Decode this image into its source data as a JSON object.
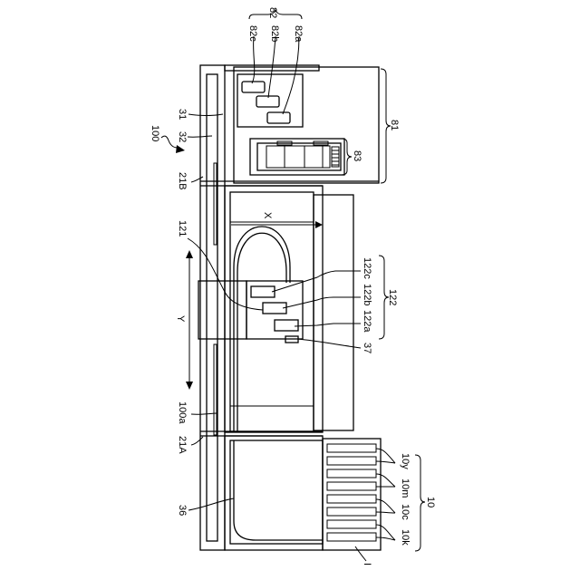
{
  "labels": {
    "printer": "100",
    "group82": "82",
    "l82c": "82c",
    "l82b": "82b",
    "l82a": "82a",
    "l31": "31",
    "l32": "32",
    "l81": "81",
    "l83": "83",
    "l21B": "21B",
    "axisX": "X",
    "l121": "121",
    "axisY": "Y",
    "l122c": "122c",
    "l122b": "122b",
    "l122a": "122a",
    "l122": "122",
    "l37": "37",
    "l100a": "100a",
    "l21A": "21A",
    "l36": "36",
    "l10y": "10y",
    "l10m": "10m",
    "l10c": "10c",
    "l10k": "10k",
    "l10": "10",
    "lI": "I"
  }
}
